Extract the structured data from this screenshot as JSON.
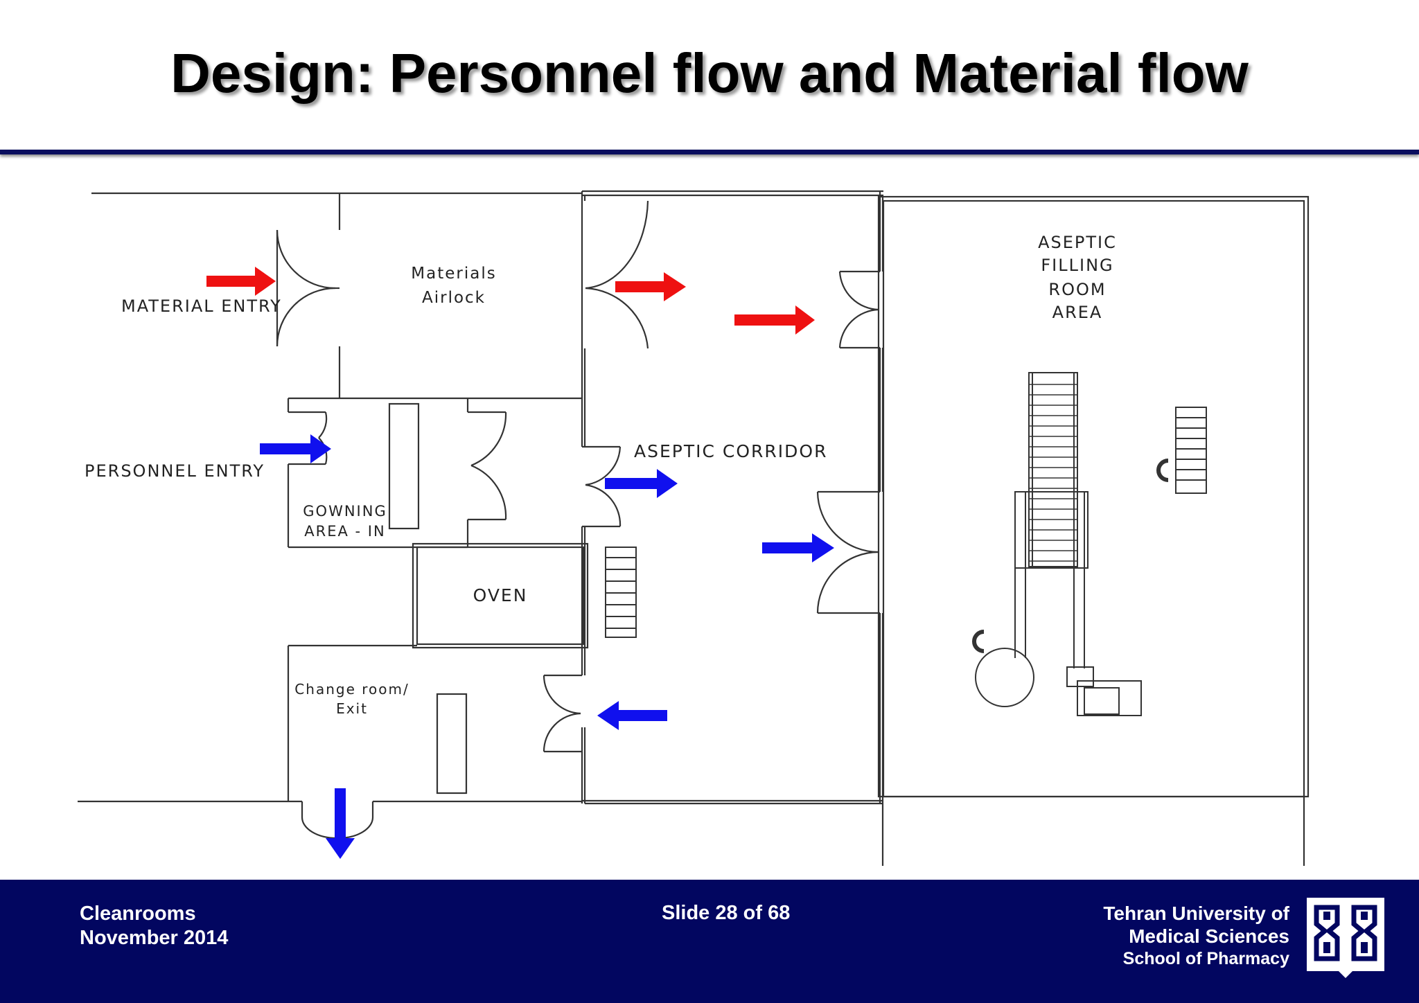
{
  "slide": {
    "title": "Design: Personnel flow and Material flow"
  },
  "diagram": {
    "labels": {
      "material_entry": "MATERIAL ENTRY",
      "materials_airlock_1": "Materials",
      "materials_airlock_2": "Airlock",
      "personnel_entry": "PERSONNEL ENTRY",
      "gowning_1": "GOWNING",
      "gowning_2": "AREA - IN",
      "oven": "OVEN",
      "change_room_1": "Change room/",
      "change_room_2": "Exit",
      "aseptic_corridor": "ASEPTIC CORRIDOR",
      "filling_1": "ASEPTIC",
      "filling_2": "FILLING",
      "filling_3": "ROOM",
      "filling_4": "AREA"
    },
    "colors": {
      "material_flow": "#ee1111",
      "personnel_flow": "#1010ee",
      "walls": "#333333"
    }
  },
  "footer": {
    "course": "Cleanrooms",
    "date": "November 2014",
    "slide_label": "Slide 28  of 68",
    "university_1": "Tehran University of",
    "university_2": "Medical Sciences",
    "school": "School of Pharmacy",
    "colors": {
      "background": "#020660",
      "text": "#ffffff"
    }
  }
}
